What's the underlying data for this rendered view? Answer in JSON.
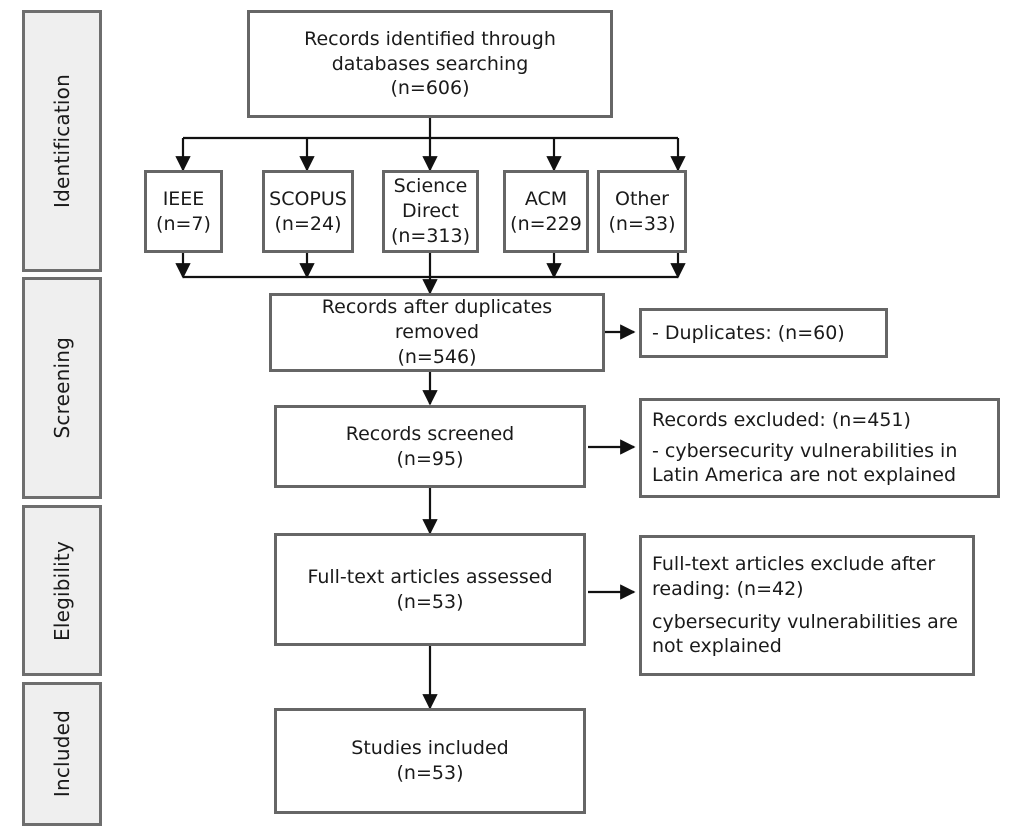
{
  "diagram": {
    "title": "PRISMA flow diagram",
    "type": "flowchart",
    "border_color": "#666666",
    "stage_fill": "#efefef",
    "text_color": "#1a1a1a"
  },
  "stages": [
    {
      "label": "Identification"
    },
    {
      "label": "Screening"
    },
    {
      "label": "Elegibility"
    },
    {
      "label": "Included"
    }
  ],
  "nodes": {
    "identified": {
      "lines": [
        "Records identified through",
        "databases searching",
        "(n=606)"
      ]
    },
    "sources": [
      {
        "name": "ieee",
        "lines": [
          "IEEE",
          "(n=7)"
        ]
      },
      {
        "name": "scopus",
        "lines": [
          "SCOPUS",
          "(n=24)"
        ]
      },
      {
        "name": "science-direct",
        "lines": [
          "Science",
          "Direct",
          "(n=313)"
        ]
      },
      {
        "name": "acm",
        "lines": [
          "ACM",
          "(n=229"
        ]
      },
      {
        "name": "other",
        "lines": [
          "Other",
          "(n=33)"
        ]
      }
    ],
    "after_duplicates": {
      "lines": [
        "Records after duplicates",
        "removed",
        "(n=546)"
      ]
    },
    "duplicates_excluded": {
      "lines": [
        "- Duplicates: (n=60)"
      ]
    },
    "screened": {
      "lines": [
        "Records screened",
        "(n=95)"
      ]
    },
    "records_excluded": {
      "lines": [
        "Records excluded:  (n=451)",
        "- cybersecurity vulnerabilities in Latin America are not explained"
      ]
    },
    "fulltext_assessed": {
      "lines": [
        "Full-text articles assessed",
        "(n=53)"
      ]
    },
    "fulltext_excluded": {
      "lines": [
        "Full-text articles exclude after reading: (n=42)",
        "cybersecurity vulnerabilities are not explained"
      ]
    },
    "studies_included": {
      "lines": [
        "Studies included",
        "(n=53)"
      ]
    }
  }
}
